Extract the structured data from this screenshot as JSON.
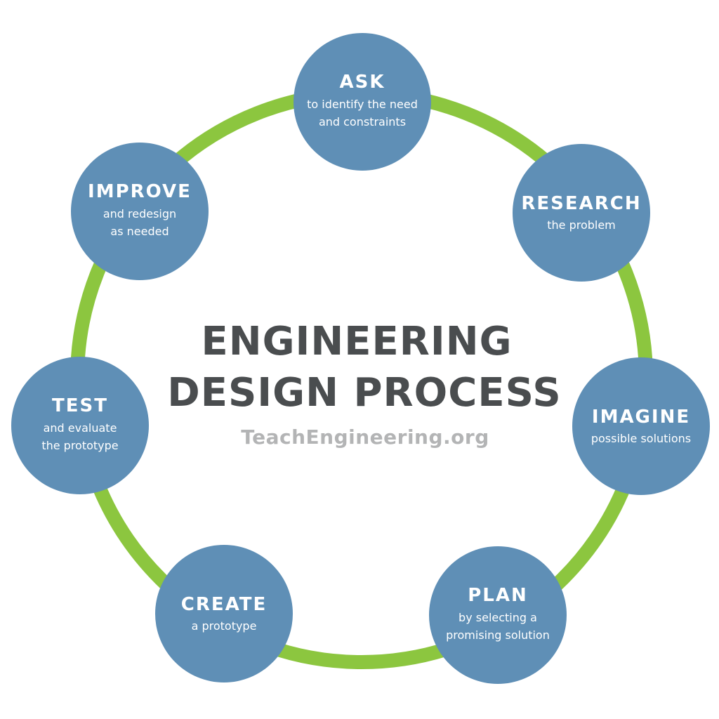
{
  "title_line_1": "ENGINEERING",
  "title_line_2": "DESIGN PROCESS",
  "website": "TeachEngineering.org",
  "colors": {
    "ring": "#8cc63f",
    "node_fill": "#5f8fb6",
    "title_text": "#4a4d4f",
    "website_text": "#b3b4b5"
  },
  "steps": [
    {
      "title": "ASK",
      "subtitle_line_1": "to identify the need",
      "subtitle_line_2": "and constraints"
    },
    {
      "title": "RESEARCH",
      "subtitle_line_1": "the problem",
      "subtitle_line_2": ""
    },
    {
      "title": "IMAGINE",
      "subtitle_line_1": "possible solutions",
      "subtitle_line_2": ""
    },
    {
      "title": "PLAN",
      "subtitle_line_1": "by selecting a",
      "subtitle_line_2": "promising solution"
    },
    {
      "title": "CREATE",
      "subtitle_line_1": "a prototype",
      "subtitle_line_2": ""
    },
    {
      "title": "TEST",
      "subtitle_line_1": "and evaluate",
      "subtitle_line_2": "the prototype"
    },
    {
      "title": "IMPROVE",
      "subtitle_line_1": "and redesign",
      "subtitle_line_2": "as needed"
    }
  ]
}
